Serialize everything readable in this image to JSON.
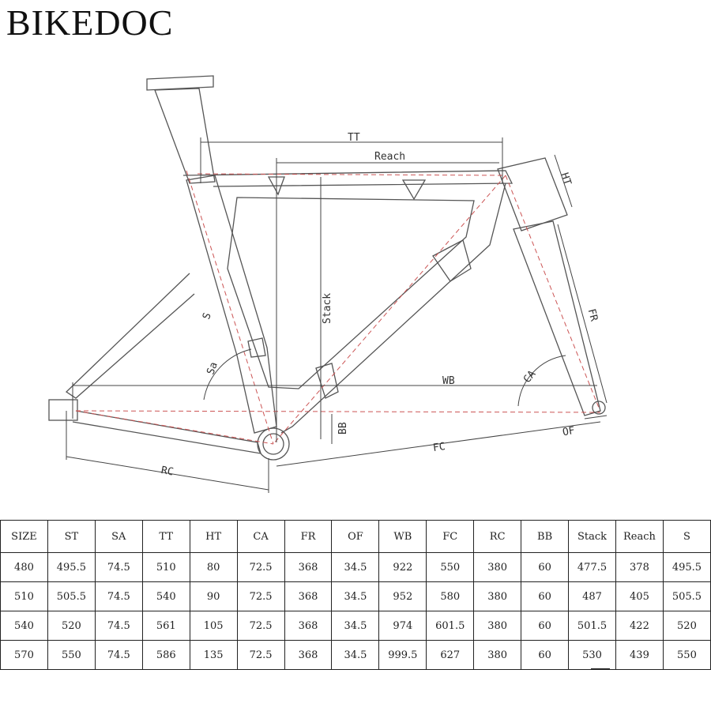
{
  "brand": "BIKEDOC",
  "diagram": {
    "labels": {
      "tt": "TT",
      "reach": "Reach",
      "ht": "HT",
      "stack": "Stack",
      "s": "S",
      "sa": "Sa",
      "fr": "FR",
      "ca": "CA",
      "wb": "WB",
      "bb": "BB",
      "of": "OF",
      "fc": "FC",
      "rc": "RC"
    }
  },
  "table": {
    "headers": [
      "SIZE",
      "ST",
      "SA",
      "TT",
      "HT",
      "CA",
      "FR",
      "OF",
      "WB",
      "FC",
      "RC",
      "BB",
      "Stack",
      "Reach",
      "S"
    ],
    "rows": [
      [
        "480",
        "495.5",
        "74.5",
        "510",
        "80",
        "72.5",
        "368",
        "34.5",
        "922",
        "550",
        "380",
        "60",
        "477.5",
        "378",
        "495.5"
      ],
      [
        "510",
        "505.5",
        "74.5",
        "540",
        "90",
        "72.5",
        "368",
        "34.5",
        "952",
        "580",
        "380",
        "60",
        "487",
        "405",
        "505.5"
      ],
      [
        "540",
        "520",
        "74.5",
        "561",
        "105",
        "72.5",
        "368",
        "34.5",
        "974",
        "601.5",
        "380",
        "60",
        "501.5",
        "422",
        "520"
      ],
      [
        "570",
        "550",
        "74.5",
        "586",
        "135",
        "72.5",
        "368",
        "34.5",
        "999.5",
        "627",
        "380",
        "60",
        "530",
        "439",
        "550"
      ]
    ]
  }
}
